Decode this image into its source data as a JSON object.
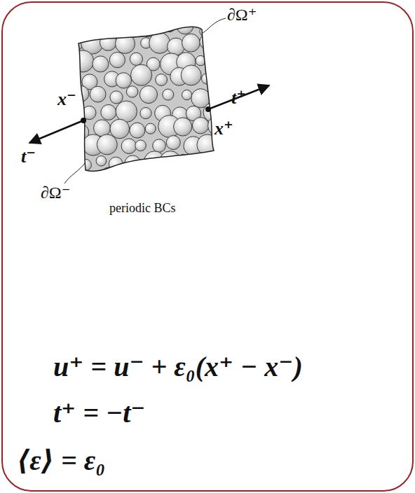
{
  "diagram": {
    "labels": [
      "∂Ω⁺",
      "x⁻",
      "t⁺",
      "x⁺",
      "t⁻",
      "∂Ω⁻",
      "periodic BCs",
      "u⁺ = u⁻ + ε₀(x⁺ − x⁻)",
      "t⁺ = −t⁻",
      "⟨ε⟩ = ε₀"
    ]
  }
}
